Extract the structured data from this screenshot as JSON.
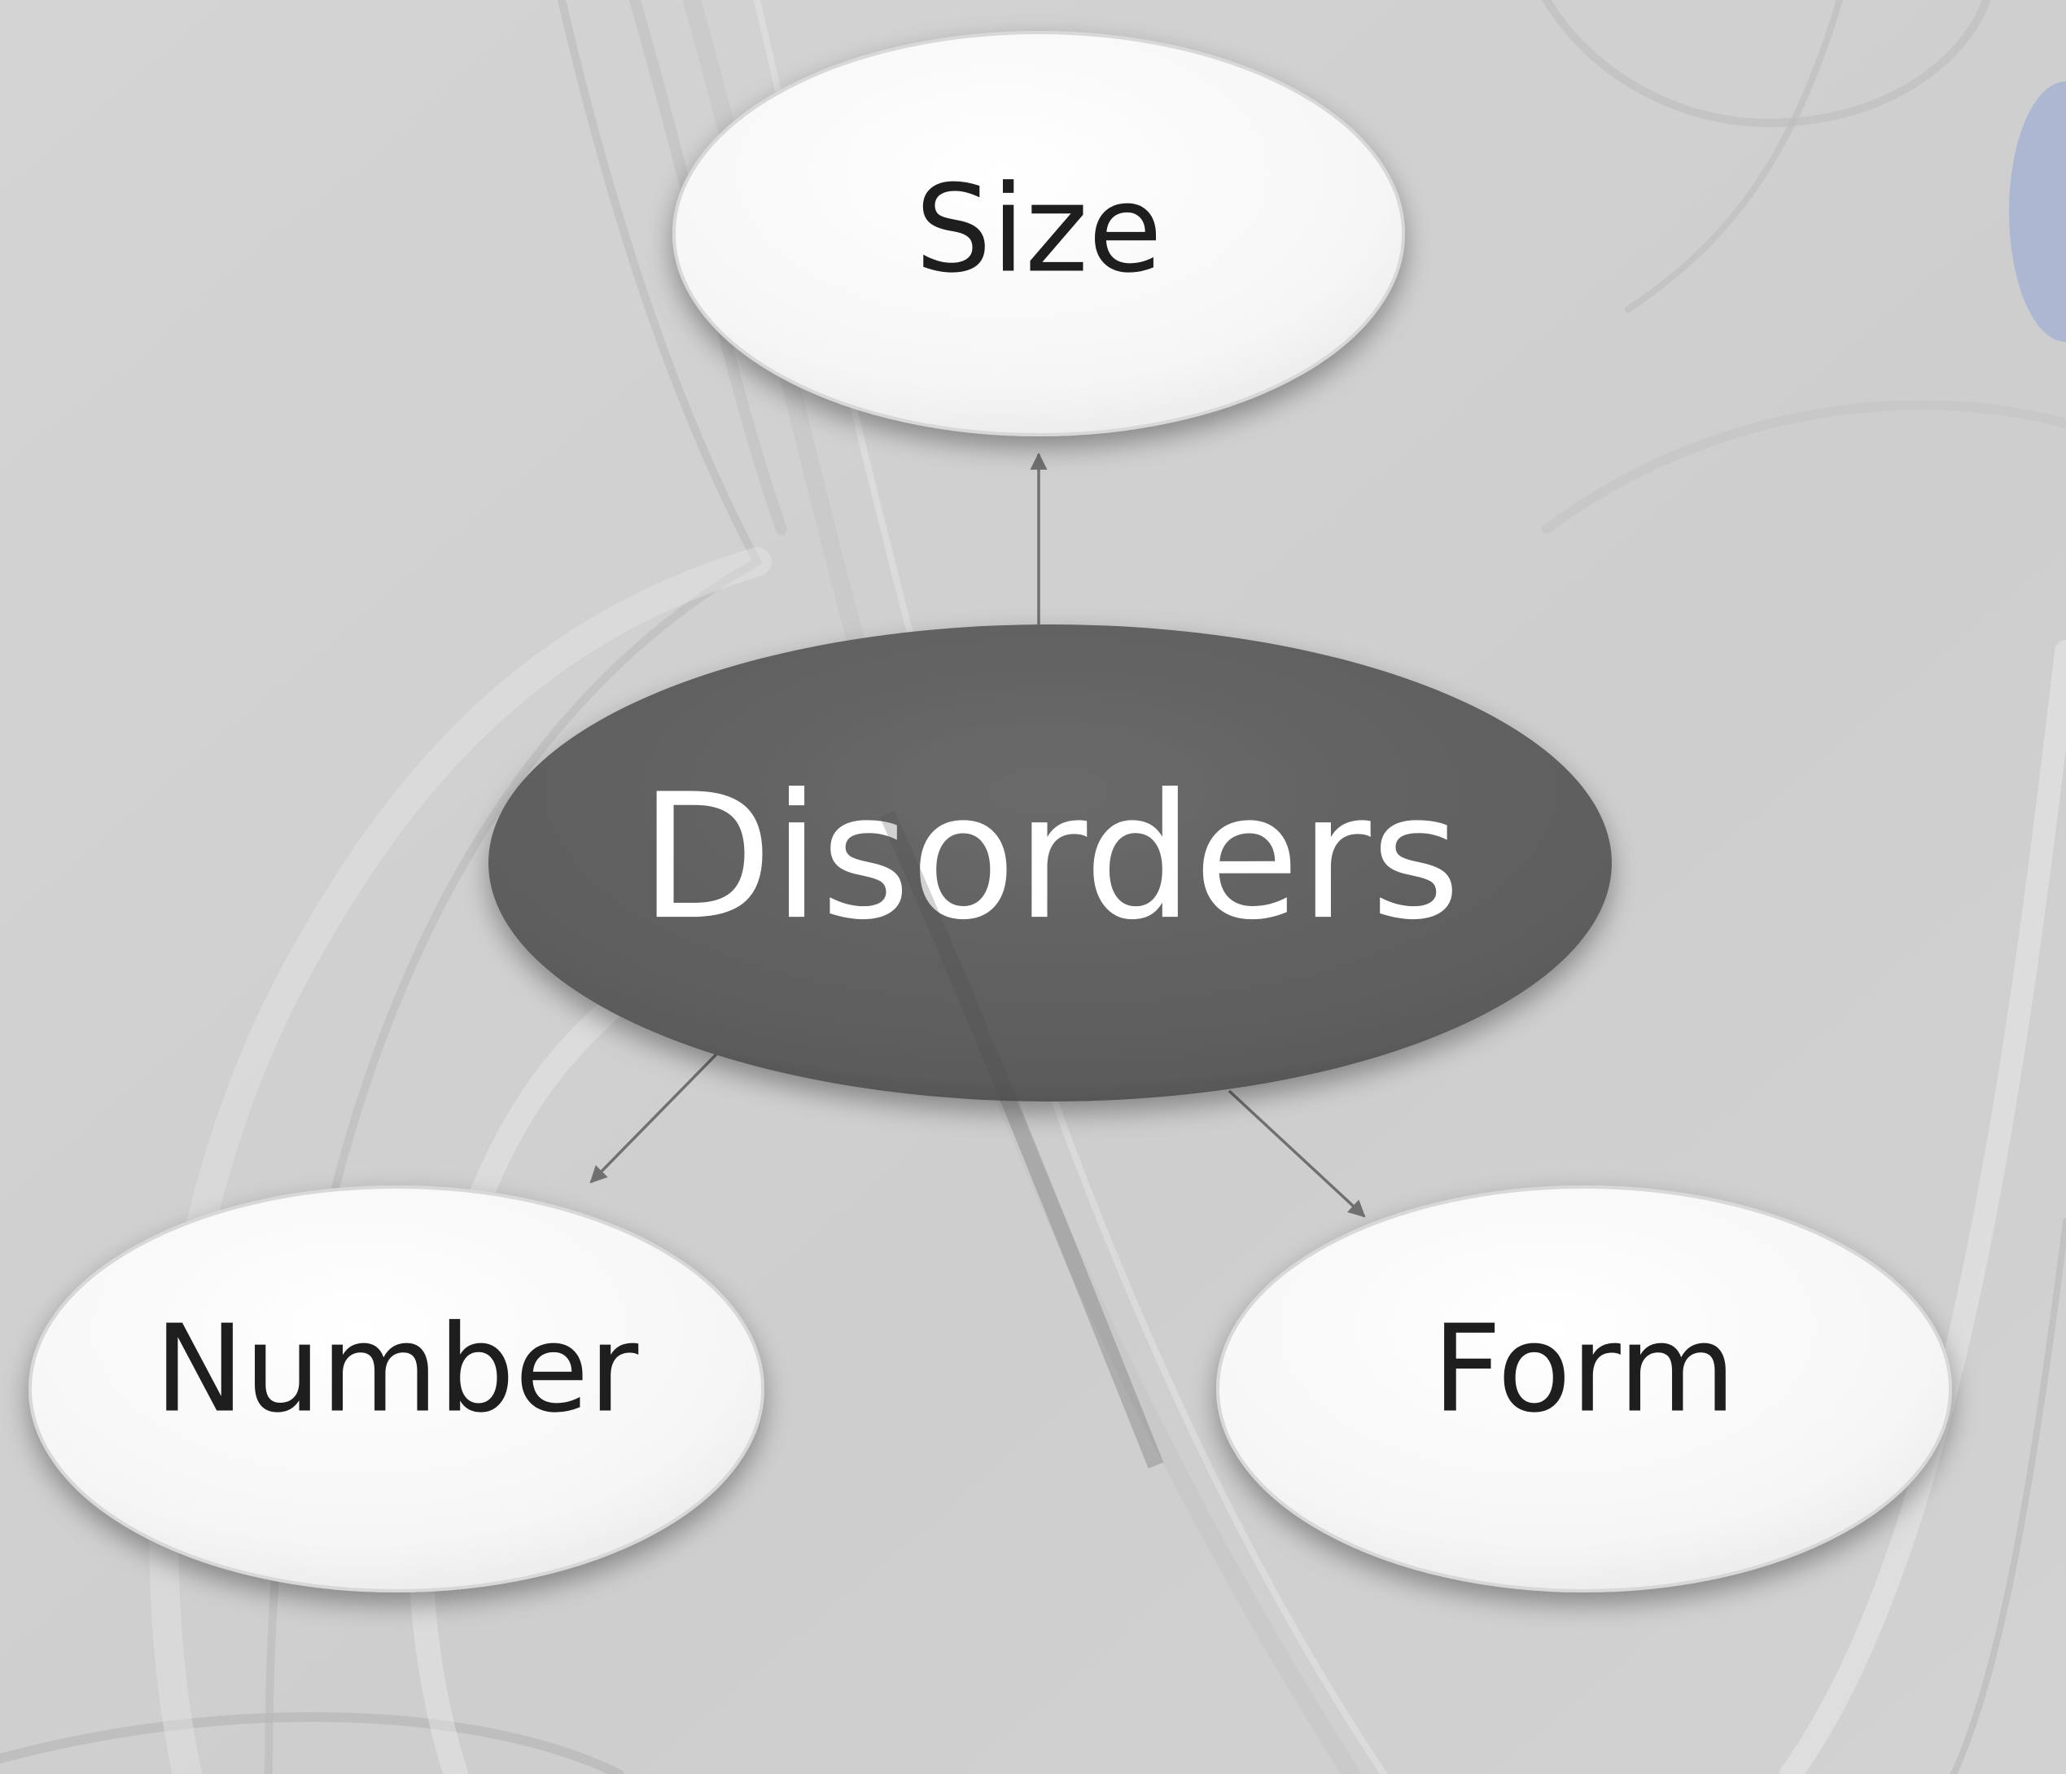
{
  "diagram": {
    "center_node": {
      "label": "Disorders"
    },
    "child_nodes": [
      {
        "id": "size",
        "label": "Size"
      },
      {
        "id": "number",
        "label": "Number"
      },
      {
        "id": "form",
        "label": "Form"
      }
    ]
  },
  "colors": {
    "background": "#cfcfcf",
    "center_fill": "#5f5f5f",
    "center_text": "#ffffff",
    "child_fill": "#f7f7f7",
    "child_text": "#1e1e1e",
    "connector": "#707070"
  }
}
